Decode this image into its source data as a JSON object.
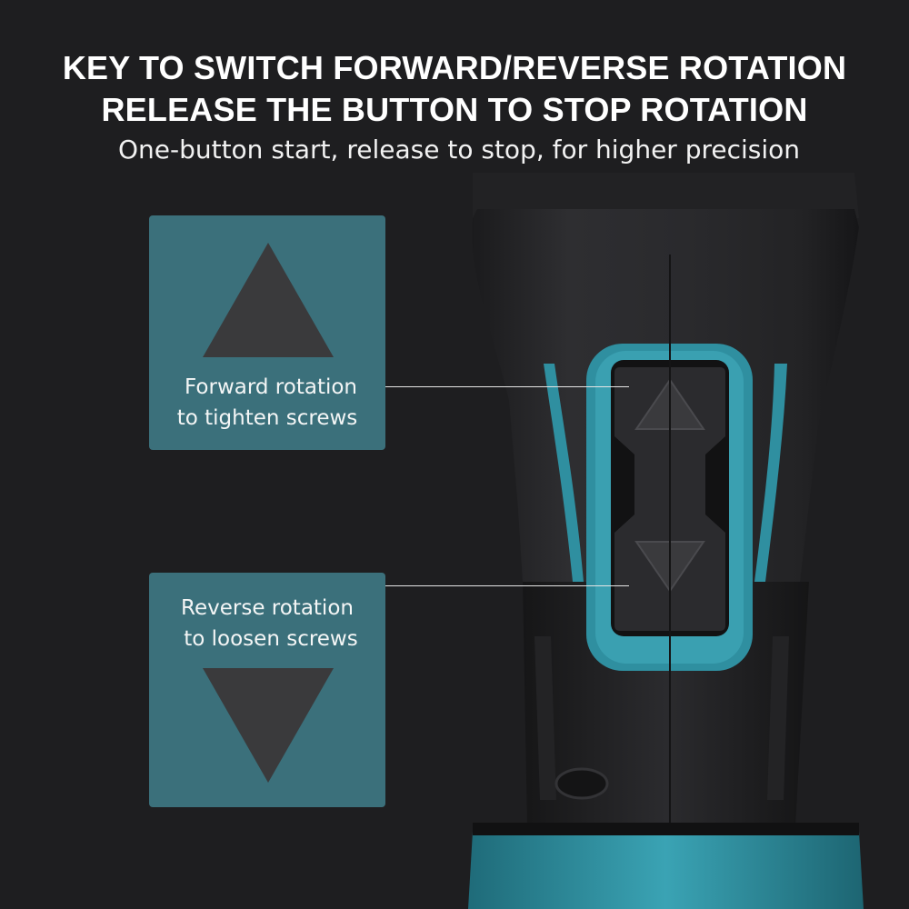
{
  "headline": {
    "line1": "KEY TO SWITCH FORWARD/REVERSE ROTATION",
    "line2": "RELEASE THE BUTTON TO STOP ROTATION"
  },
  "subtitle": "One-button start, release to stop, for higher precision",
  "callouts": {
    "forward": {
      "line1": "Forward rotation",
      "line2": "to tighten screws",
      "icon": "triangle-up-icon"
    },
    "reverse": {
      "line1": "Reverse rotation",
      "line2": "to loosen screws",
      "icon": "triangle-down-icon"
    }
  },
  "colors": {
    "background": "#1e1e20",
    "card": "#3b707b",
    "accent_teal": "#2f8fa0",
    "tool_body": "#2a2a2c"
  }
}
